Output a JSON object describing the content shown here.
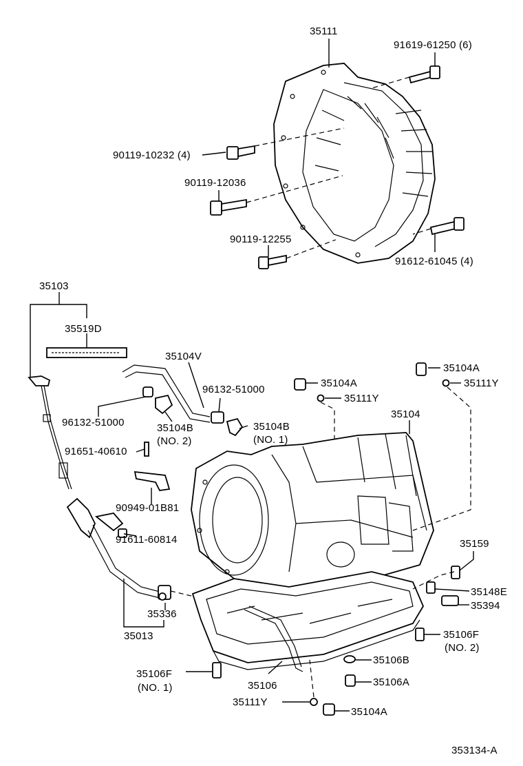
{
  "labels": [
    {
      "id": "l1",
      "text": "35111"
    },
    {
      "id": "l2",
      "text": "91619-61250 (6)"
    },
    {
      "id": "l3",
      "text": "90119-10232 (4)"
    },
    {
      "id": "l4",
      "text": "90119-12036"
    },
    {
      "id": "l5",
      "text": "90119-12255"
    },
    {
      "id": "l6",
      "text": "91612-61045 (4)"
    },
    {
      "id": "l7",
      "text": "35103"
    },
    {
      "id": "l8",
      "text": "35519D"
    },
    {
      "id": "l9",
      "text": "35104V"
    },
    {
      "id": "l10",
      "text": "35104A"
    },
    {
      "id": "l11",
      "text": "35111Y"
    },
    {
      "id": "l12",
      "text": "96132-51000"
    },
    {
      "id": "l13",
      "text": "35104A"
    },
    {
      "id": "l14",
      "text": "35111Y"
    },
    {
      "id": "l15",
      "text": "35104"
    },
    {
      "id": "l16",
      "text": "96132-51000"
    },
    {
      "id": "l17",
      "text": "35104B"
    },
    {
      "id": "l18",
      "text": "(NO. 2)"
    },
    {
      "id": "l19",
      "text": "35104B"
    },
    {
      "id": "l20",
      "text": "(NO. 1)"
    },
    {
      "id": "l21",
      "text": "91651-40610"
    },
    {
      "id": "l22",
      "text": "90949-01B81"
    },
    {
      "id": "l23",
      "text": "91611-60814"
    },
    {
      "id": "l24",
      "text": "35159"
    },
    {
      "id": "l25",
      "text": "35148E"
    },
    {
      "id": "l26",
      "text": "35394"
    },
    {
      "id": "l27",
      "text": "35336"
    },
    {
      "id": "l28",
      "text": "35013"
    },
    {
      "id": "l29",
      "text": "35106F"
    },
    {
      "id": "l30",
      "text": "(NO. 2)"
    },
    {
      "id": "l31",
      "text": "35106B"
    },
    {
      "id": "l32",
      "text": "35106A"
    },
    {
      "id": "l33",
      "text": "35106F"
    },
    {
      "id": "l34",
      "text": "(NO. 1)"
    },
    {
      "id": "l35",
      "text": "35106"
    },
    {
      "id": "l36",
      "text": "35111Y"
    },
    {
      "id": "l37",
      "text": "35104A"
    },
    {
      "id": "l38",
      "text": "353134-A"
    }
  ]
}
